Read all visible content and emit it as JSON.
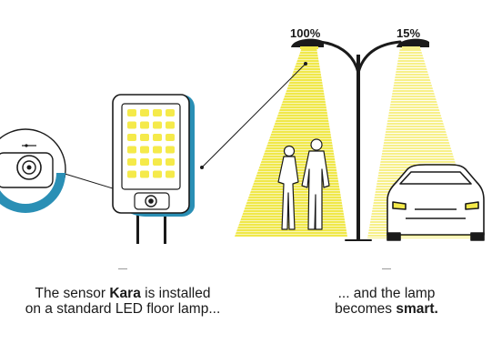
{
  "lamp_left": {
    "brightness_label": "100%",
    "brightness": 100
  },
  "lamp_right": {
    "brightness_label": "15%",
    "brightness": 15
  },
  "caption_left": {
    "line1_prefix": "The sensor ",
    "line1_bold": "Kara",
    "line1_suffix": " is installed",
    "line2": "on a standard LED floor lamp..."
  },
  "caption_right": {
    "line1": "... and the lamp",
    "line2_prefix": "becomes ",
    "line2_bold": "smart."
  },
  "colors": {
    "light": "#f0e84a",
    "light_pale": "#f7f08a",
    "outline": "#1a1a1a",
    "accent": "#2a8fb5",
    "led": "#f5ea4a"
  }
}
